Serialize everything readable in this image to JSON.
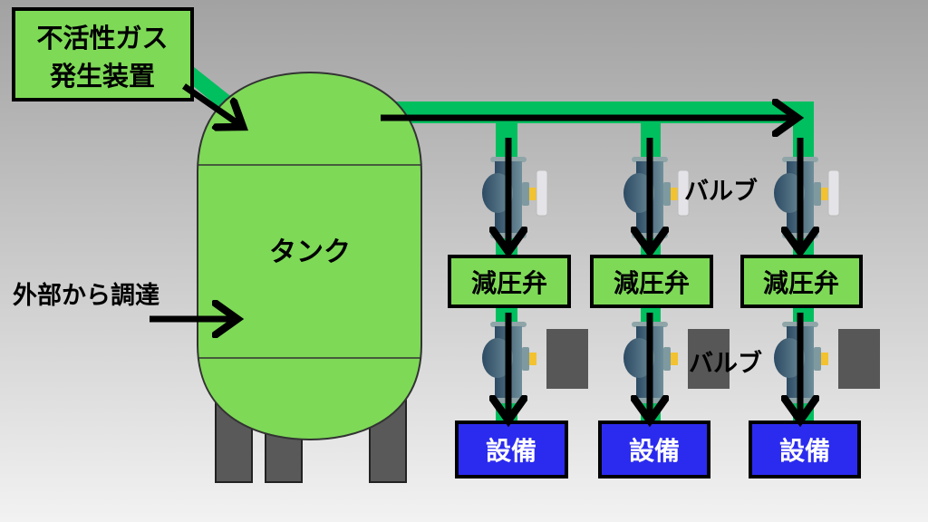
{
  "gas_generator": {
    "line1": "不活性ガス",
    "line2": "発生装置"
  },
  "tank_label": "タンク",
  "external_label": "外部から調達",
  "branches": [
    {
      "regulator": "減圧弁",
      "equipment": "設備"
    },
    {
      "regulator": "減圧弁",
      "equipment": "設備"
    },
    {
      "regulator": "減圧弁",
      "equipment": "設備"
    }
  ],
  "valve_label_upper": "バルブ",
  "valve_label_lower": "バルブ",
  "colors": {
    "pipe": "#00bf5f",
    "box": "#7ed957",
    "equipment": "#2b2bef",
    "leg": "#595959"
  }
}
